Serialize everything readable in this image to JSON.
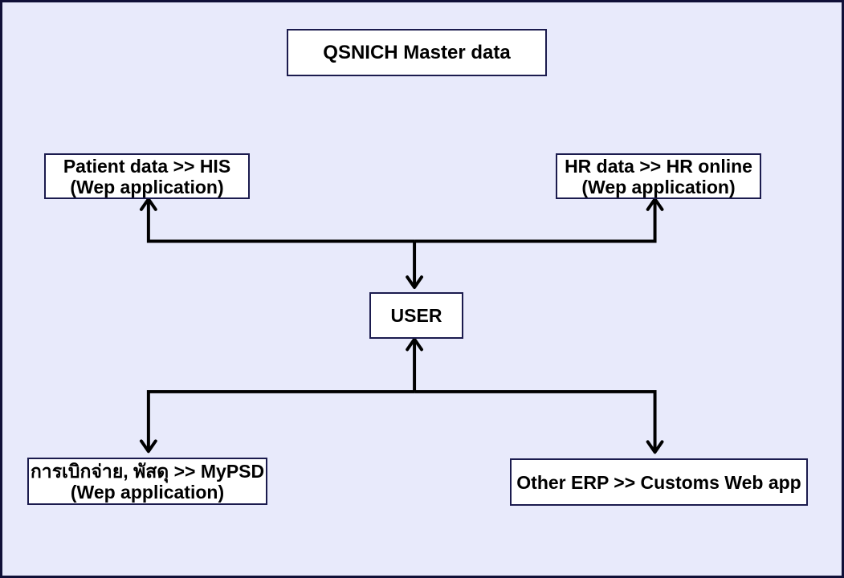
{
  "diagram": {
    "nodes": {
      "master_data": {
        "label": "QSNICH Master data"
      },
      "patient": {
        "label": "Patient data >> HIS",
        "sublabel": "(Wep application)"
      },
      "hr": {
        "label": "HR data >> HR online",
        "sublabel": "(Wep application)"
      },
      "user": {
        "label": "USER"
      },
      "mypsd": {
        "label": "การเบิกจ่าย, พัสดุ >> MyPSD",
        "sublabel": "(Wep application)"
      },
      "other_erp": {
        "label": "Other ERP >> Customs Web app"
      }
    },
    "edges": [
      {
        "from": "top-junction",
        "to": "patient",
        "arrow_direction": "up"
      },
      {
        "from": "top-junction",
        "to": "hr",
        "arrow_direction": "up"
      },
      {
        "from": "top-junction",
        "to": "user",
        "arrow_direction": "down"
      },
      {
        "from": "bottom-junction",
        "to": "user",
        "arrow_direction": "up"
      },
      {
        "from": "bottom-junction",
        "to": "mypsd",
        "arrow_direction": "down"
      },
      {
        "from": "bottom-junction",
        "to": "other_erp",
        "arrow_direction": "down"
      }
    ],
    "colors": {
      "background": "#E8EAFB",
      "node_fill": "#FFFFFF",
      "node_border": "#1B1B4E",
      "canvas_border": "#101038",
      "arrow": "#000000",
      "text": "#000000"
    }
  }
}
